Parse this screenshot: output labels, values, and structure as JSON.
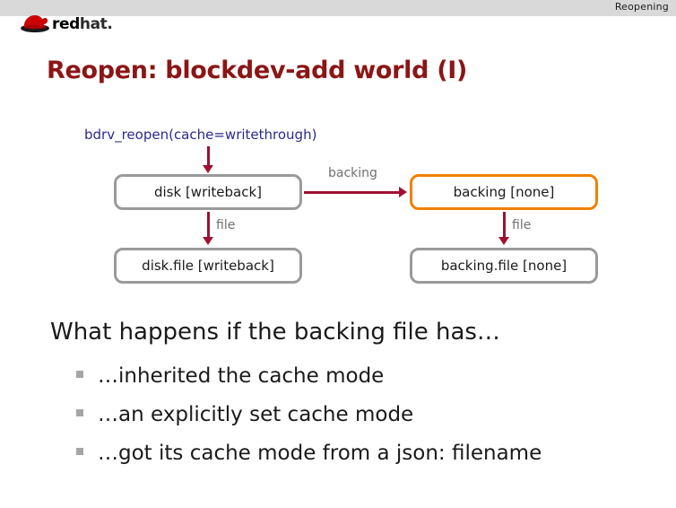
{
  "header": {
    "section_title": "Reopening",
    "logo": {
      "icon": "redhat-fedora-icon",
      "text_bold": "red",
      "text_light": "hat."
    }
  },
  "slide": {
    "title": "Reopen: blockdev-add world (I)",
    "title_color": "#8c1515"
  },
  "diagram": {
    "call_label": "bdrv_reopen(cache=writethrough)",
    "call_label_color": "#2a2a8c",
    "arrow_color": "#a01030",
    "highlight_color": "#f08000",
    "node_border_color": "#9a9a9a",
    "nodes": [
      {
        "id": "disk",
        "label": "disk [writeback]",
        "highlighted": false
      },
      {
        "id": "backing",
        "label": "backing [none]",
        "highlighted": true
      },
      {
        "id": "disk_file",
        "label": "disk.file [writeback]",
        "highlighted": false
      },
      {
        "id": "backing_file",
        "label": "backing.file [none]",
        "highlighted": false
      }
    ],
    "edges": [
      {
        "id": "disk_to_backing",
        "label": "backing"
      },
      {
        "id": "disk_to_disk_file",
        "label": "file"
      },
      {
        "id": "backing_to_backing_file",
        "label": "file"
      }
    ]
  },
  "content": {
    "question": "What happens if the backing file has…",
    "bullets": [
      "…inherited the cache mode",
      "…an explicitly set cache mode",
      "…got its cache mode from a json: filename"
    ]
  }
}
